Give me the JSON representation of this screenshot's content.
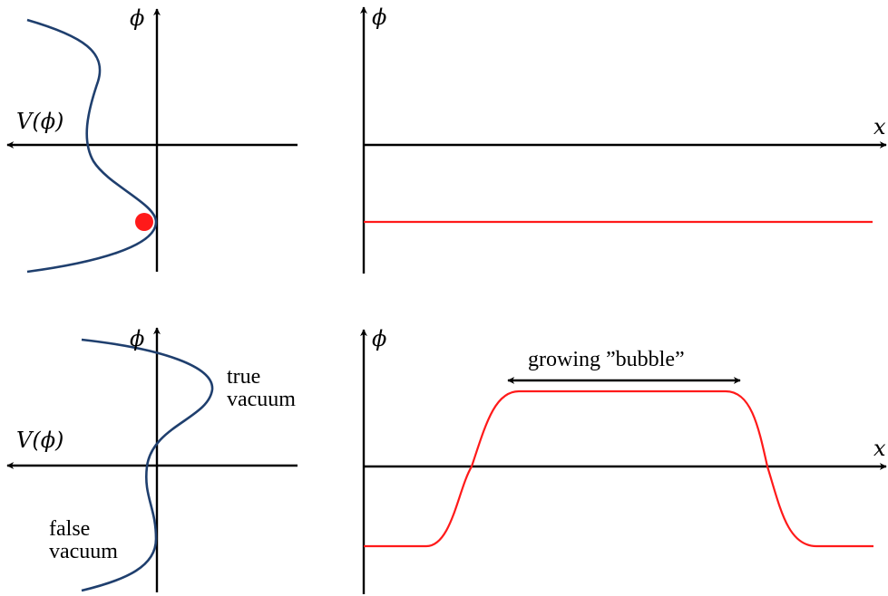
{
  "colors": {
    "potential_curve": "#1f3f6e",
    "field_profile": "#ff1a1a",
    "marker": "#ff1a1a",
    "axes": "#000000"
  },
  "panels": {
    "top_left": {
      "vertical_label": "ϕ",
      "horizontal_label": "V(ϕ)"
    },
    "top_right": {
      "vertical_label": "ϕ",
      "horizontal_label": "x"
    },
    "bottom_left": {
      "vertical_label": "ϕ",
      "horizontal_label": "V(ϕ)",
      "true_vacuum_line1": "true",
      "true_vacuum_line2": "vacuum",
      "false_vacuum_line1": "false",
      "false_vacuum_line2": "vacuum"
    },
    "bottom_right": {
      "vertical_label": "ϕ",
      "horizontal_label": "x",
      "bubble_label": "growing ”bubble”"
    }
  }
}
